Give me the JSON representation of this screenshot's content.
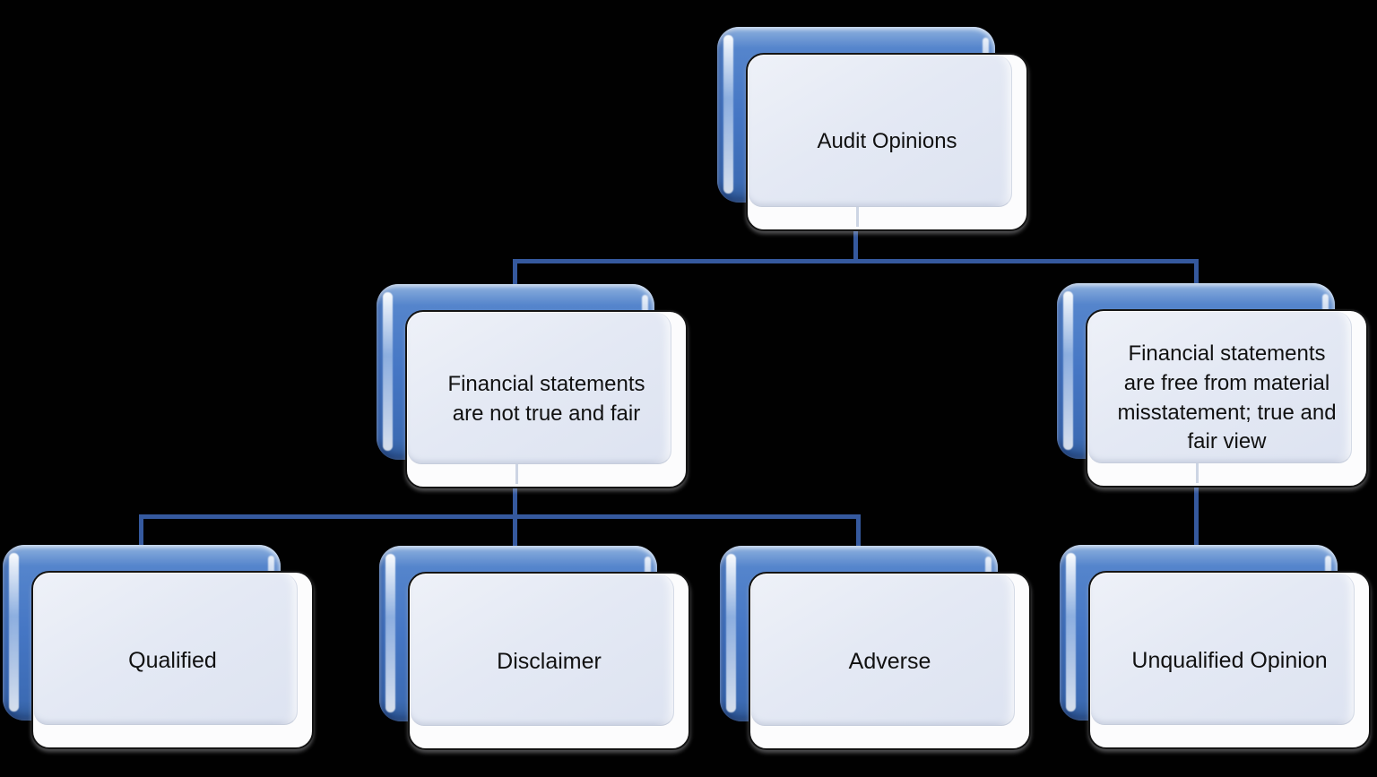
{
  "diagram": {
    "type": "hierarchy-smartart",
    "background": "#000000"
  },
  "colors": {
    "accent_blue": "#4576C4",
    "connector_line": "#35599E",
    "card_panel_fill": "#E4E9F4",
    "card_white": "#FCFCFD",
    "card_border": "#141414",
    "text": "#111111"
  },
  "nodes": [
    {
      "id": "root",
      "label": "Audit Opinions"
    },
    {
      "id": "not-true",
      "label": "Financial statements are not true and fair"
    },
    {
      "id": "free-misst",
      "label": "Financial statements are free from material misstatement; true and fair view"
    },
    {
      "id": "qualified",
      "label": "Qualified"
    },
    {
      "id": "disclaimer",
      "label": "Disclaimer"
    },
    {
      "id": "adverse",
      "label": "Adverse"
    },
    {
      "id": "unqualified",
      "label": "Unqualified Opinion"
    }
  ],
  "edges": [
    {
      "from": "root",
      "to": "not-true"
    },
    {
      "from": "root",
      "to": "free-misst"
    },
    {
      "from": "not-true",
      "to": "qualified"
    },
    {
      "from": "not-true",
      "to": "disclaimer"
    },
    {
      "from": "not-true",
      "to": "adverse"
    },
    {
      "from": "free-misst",
      "to": "unqualified"
    }
  ]
}
